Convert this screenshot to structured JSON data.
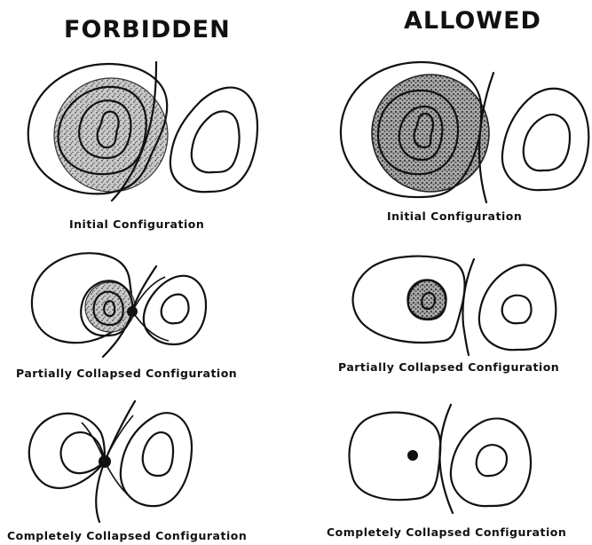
{
  "columns": [
    {
      "heading": "FORBIDDEN",
      "captions": [
        "Initial  Configuration",
        "Partially  Collapsed  Configuration",
        "Completely  Collapsed  Configuration"
      ]
    },
    {
      "heading": "ALLOWED",
      "captions": [
        "Initial  Configuration",
        "Partially  Collapsed  Configuration",
        "Completely  Collapsed  Configuration"
      ]
    }
  ]
}
